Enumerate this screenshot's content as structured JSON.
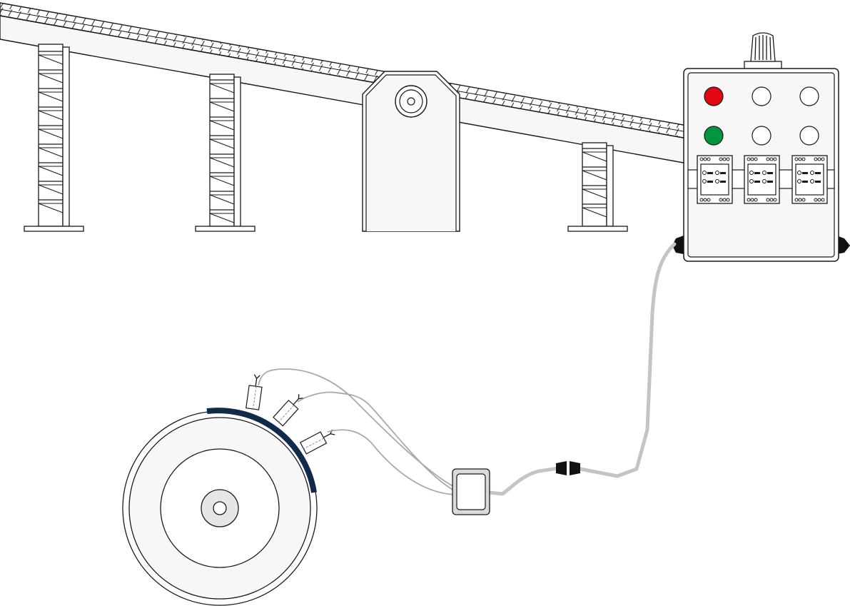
{
  "diagram": {
    "components": {
      "conveyor": "conveyor-belt",
      "drive": "drive-pulley-housing",
      "control_box": "control-panel",
      "beacon": "signal-beacon",
      "pulley": "belt-pulley-wheel",
      "sensors": "belt-sensor",
      "junction": "junction-box",
      "connector": "cable-connector"
    },
    "indicators": [
      {
        "state": "on",
        "color": "#e30613"
      },
      {
        "state": "off",
        "color": "#ffffff"
      },
      {
        "state": "off",
        "color": "#ffffff"
      },
      {
        "state": "on",
        "color": "#009640"
      },
      {
        "state": "off",
        "color": "#ffffff"
      },
      {
        "state": "off",
        "color": "#ffffff"
      }
    ],
    "relay_count": 3,
    "sensor_count": 3,
    "colors": {
      "stroke": "#1a1a1a",
      "fill": "#f7f7f7",
      "belt_band": "#0f2a4a",
      "cable": "#c4c4c4",
      "sensor_wire": "#a9a9a9",
      "indicator_red": "#e30613",
      "indicator_green": "#009640"
    }
  }
}
